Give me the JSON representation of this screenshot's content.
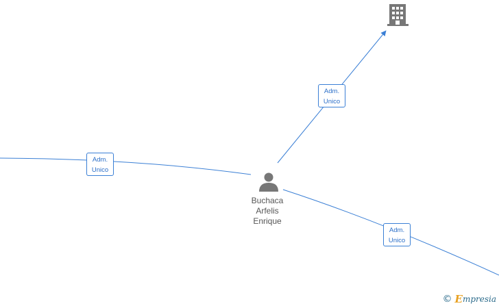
{
  "person": {
    "name_lines": [
      "Buchaca",
      "Arfelis",
      "Enrique"
    ],
    "icon": "person-icon"
  },
  "company": {
    "icon": "building-icon"
  },
  "relations": [
    {
      "label_lines": [
        "Adm.",
        "Unico"
      ],
      "target": "company"
    },
    {
      "label_lines": [
        "Adm.",
        "Unico"
      ],
      "target": "offscreen-left"
    },
    {
      "label_lines": [
        "Adm.",
        "Unico"
      ],
      "target": "offscreen-bottom-right"
    }
  ],
  "footer": {
    "copyright_symbol": "©",
    "brand_initial": "E",
    "brand_rest": "mpresia"
  },
  "colors": {
    "edge": "#3a7fd5",
    "node_icon": "#777777",
    "label_text": "#2a6ec8"
  }
}
